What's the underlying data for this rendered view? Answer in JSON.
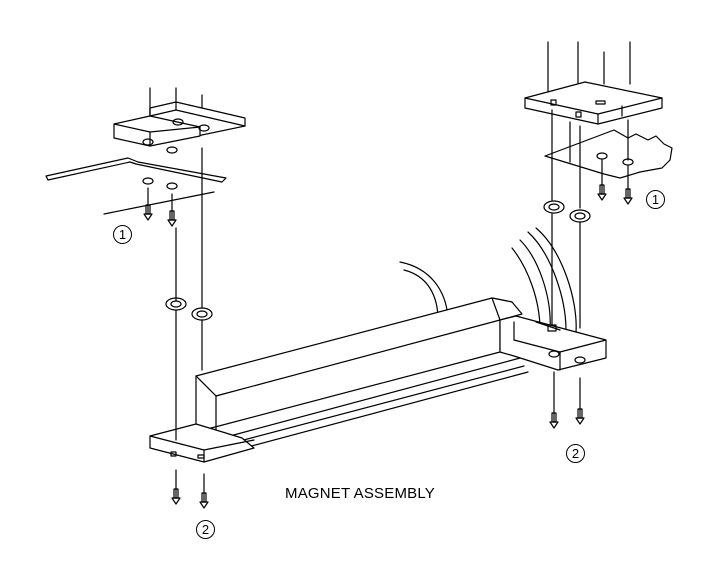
{
  "caption": "MAGNET ASSEMBLY",
  "callouts": {
    "top_left": "1",
    "top_right": "1",
    "bottom_left": "2",
    "bottom_right": "2"
  },
  "colors": {
    "line": "#000000",
    "background": "#ffffff"
  }
}
